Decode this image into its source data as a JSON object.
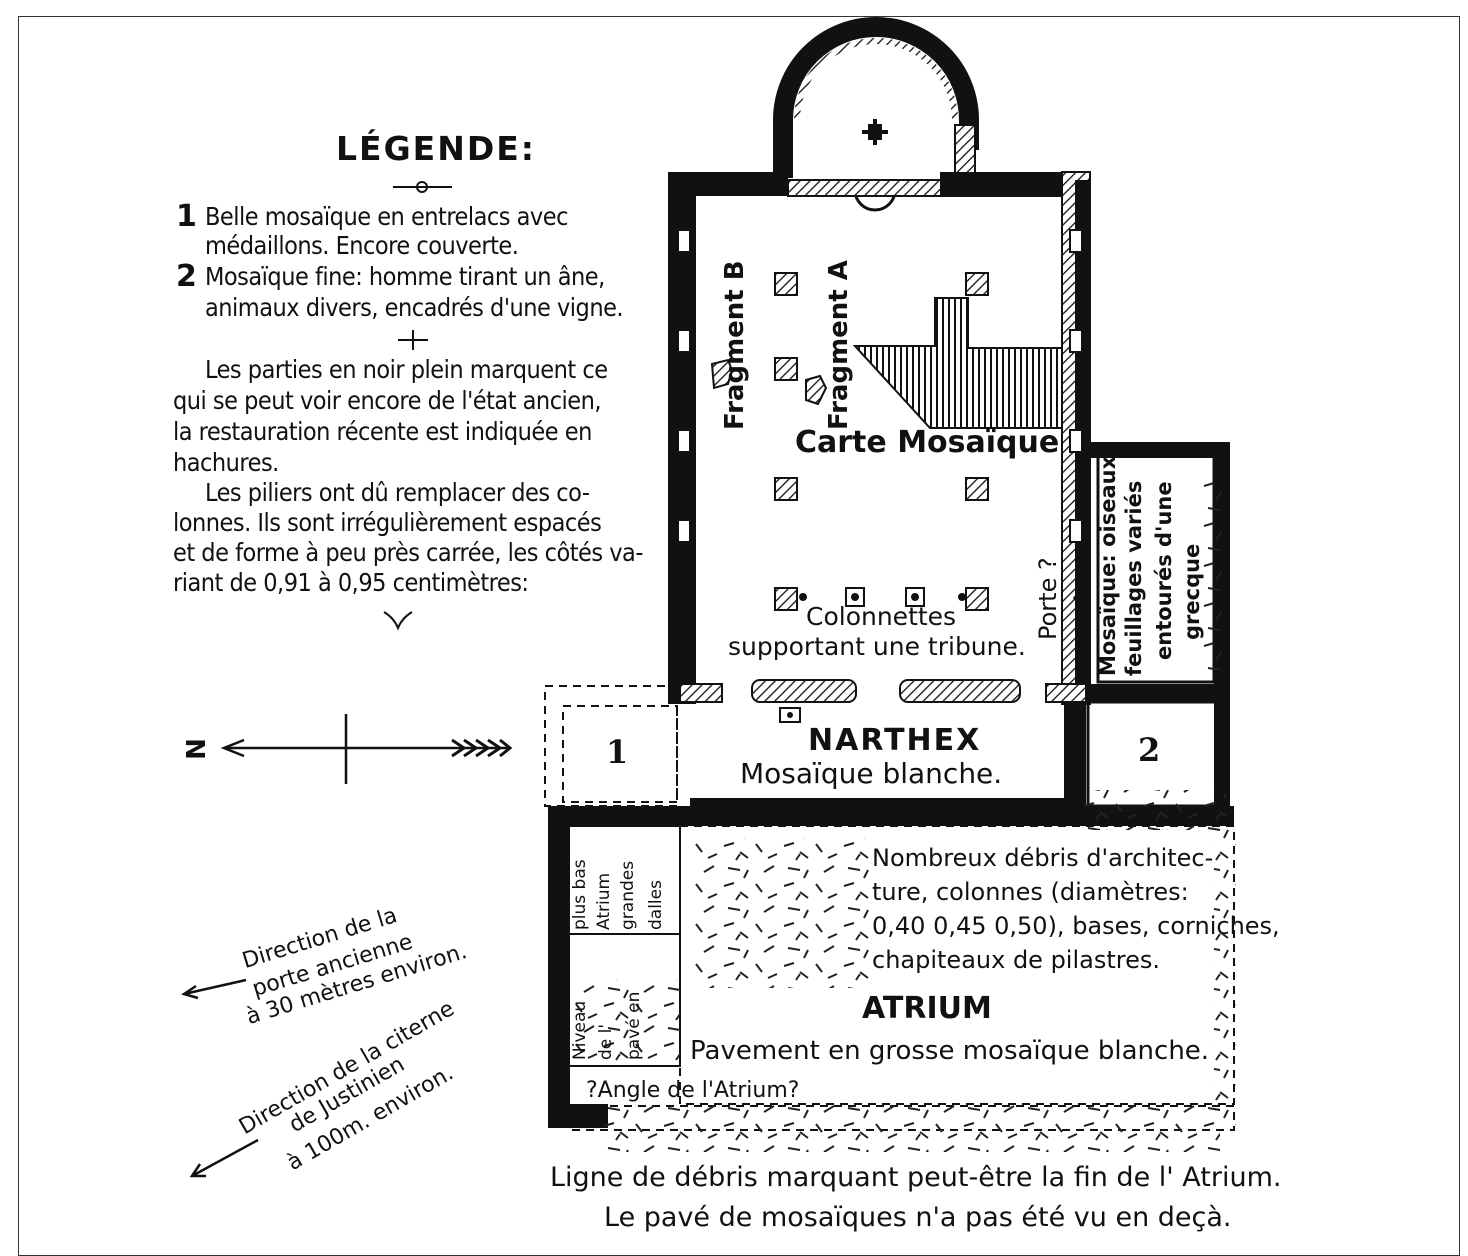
{
  "legend": {
    "title": "LÉGENDE:",
    "item1_num": "1",
    "item1_line1": "Belle mosaïque en entrelacs avec",
    "item1_line2": "médaillons. Encore couverte.",
    "item2_num": "2",
    "item2_line1": "Mosaïque fine: homme tirant un âne,",
    "item2_line2": "animaux divers, encadrés d'une vigne.",
    "para1": [
      "Les parties en noir plein marquent ce",
      "qui se peut voir encore de l'état ancien,",
      "la restauration récente est indiquée en",
      "hachures."
    ],
    "para2": [
      "Les piliers ont dû remplacer des co-",
      "lonnes. Ils sont irrégulièrement espacés",
      "et de forme à peu près carrée, les côtés va-",
      "riant de 0,91 à 0,95 centimètres:"
    ]
  },
  "compass": {
    "north_label": "N"
  },
  "directions": {
    "porte": [
      "Direction de la",
      "porte ancienne",
      "à 30 mètres environ."
    ],
    "citerne": [
      "Direction de la citerne",
      "de Justinien",
      "à 100m. environ."
    ]
  },
  "plan": {
    "fragment_b": "Fragment B",
    "fragment_a": "Fragment A",
    "carte_mosaique": "Carte Mosaïque",
    "colonnettes": "Colonnettes",
    "colonnettes_2": "supportant une tribune.",
    "porte": "Porte ?",
    "porte_q": "?",
    "mosaique_side": [
      "Mosaïque: oiseaux",
      "feuillages variés",
      "entourés d'une",
      "grecque"
    ],
    "room1": "1",
    "room2": "2",
    "narthex": "NARTHEX",
    "narthex_sub": "Mosaïque blanche.",
    "atrium_debris": [
      "Nombreux débris d'architec-",
      "ture, colonnes (diamètres:",
      "0,40 0,45 0,50), bases, corniches,",
      "chapiteaux de pilastres."
    ],
    "atrium": "ATRIUM",
    "atrium_pavement": "Pavement en grosse mosaïque blanche.",
    "angle": "?Angle de l'Atrium?",
    "side_note": [
      "plus bas",
      "Atrium",
      "grandes",
      "dalles",
      "Niveau",
      "de l'",
      "pavé en"
    ],
    "debris_line1": "Ligne de débris marquant peut-être la fin de l' Atrium.",
    "debris_line2": "Le pavé de mosaïques n'a pas été vu en deçà."
  }
}
